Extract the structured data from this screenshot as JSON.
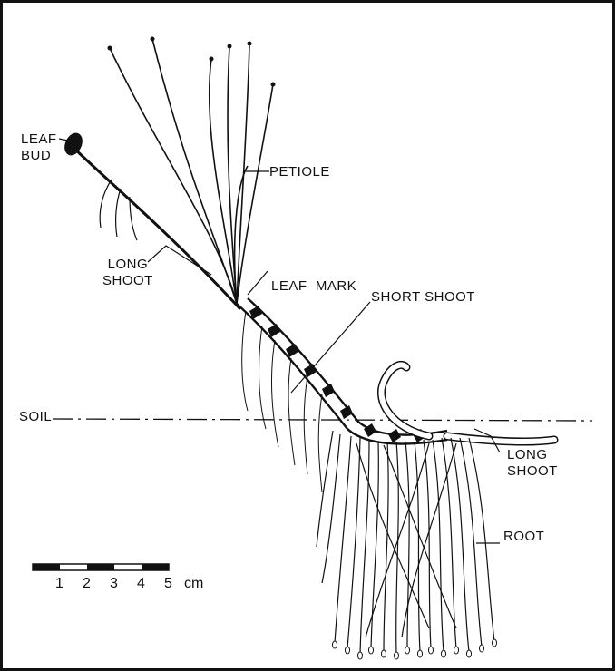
{
  "labels": {
    "leaf_bud": [
      "LEAF",
      "BUD"
    ],
    "petiole": "PETIOLE",
    "long_shoot_upper": [
      "LONG",
      "SHOOT"
    ],
    "leaf_mark": "LEAF  MARK",
    "short_shoot": "SHORT SHOOT",
    "soil": "SOIL",
    "long_shoot_lower": [
      "LONG",
      "SHOOT"
    ],
    "root": "ROOT"
  },
  "scale_bar": {
    "ticks": [
      "1",
      "2",
      "3",
      "4",
      "5"
    ],
    "unit": "cm"
  },
  "colors": {
    "ink": "#111111",
    "background": "#ffffff"
  }
}
